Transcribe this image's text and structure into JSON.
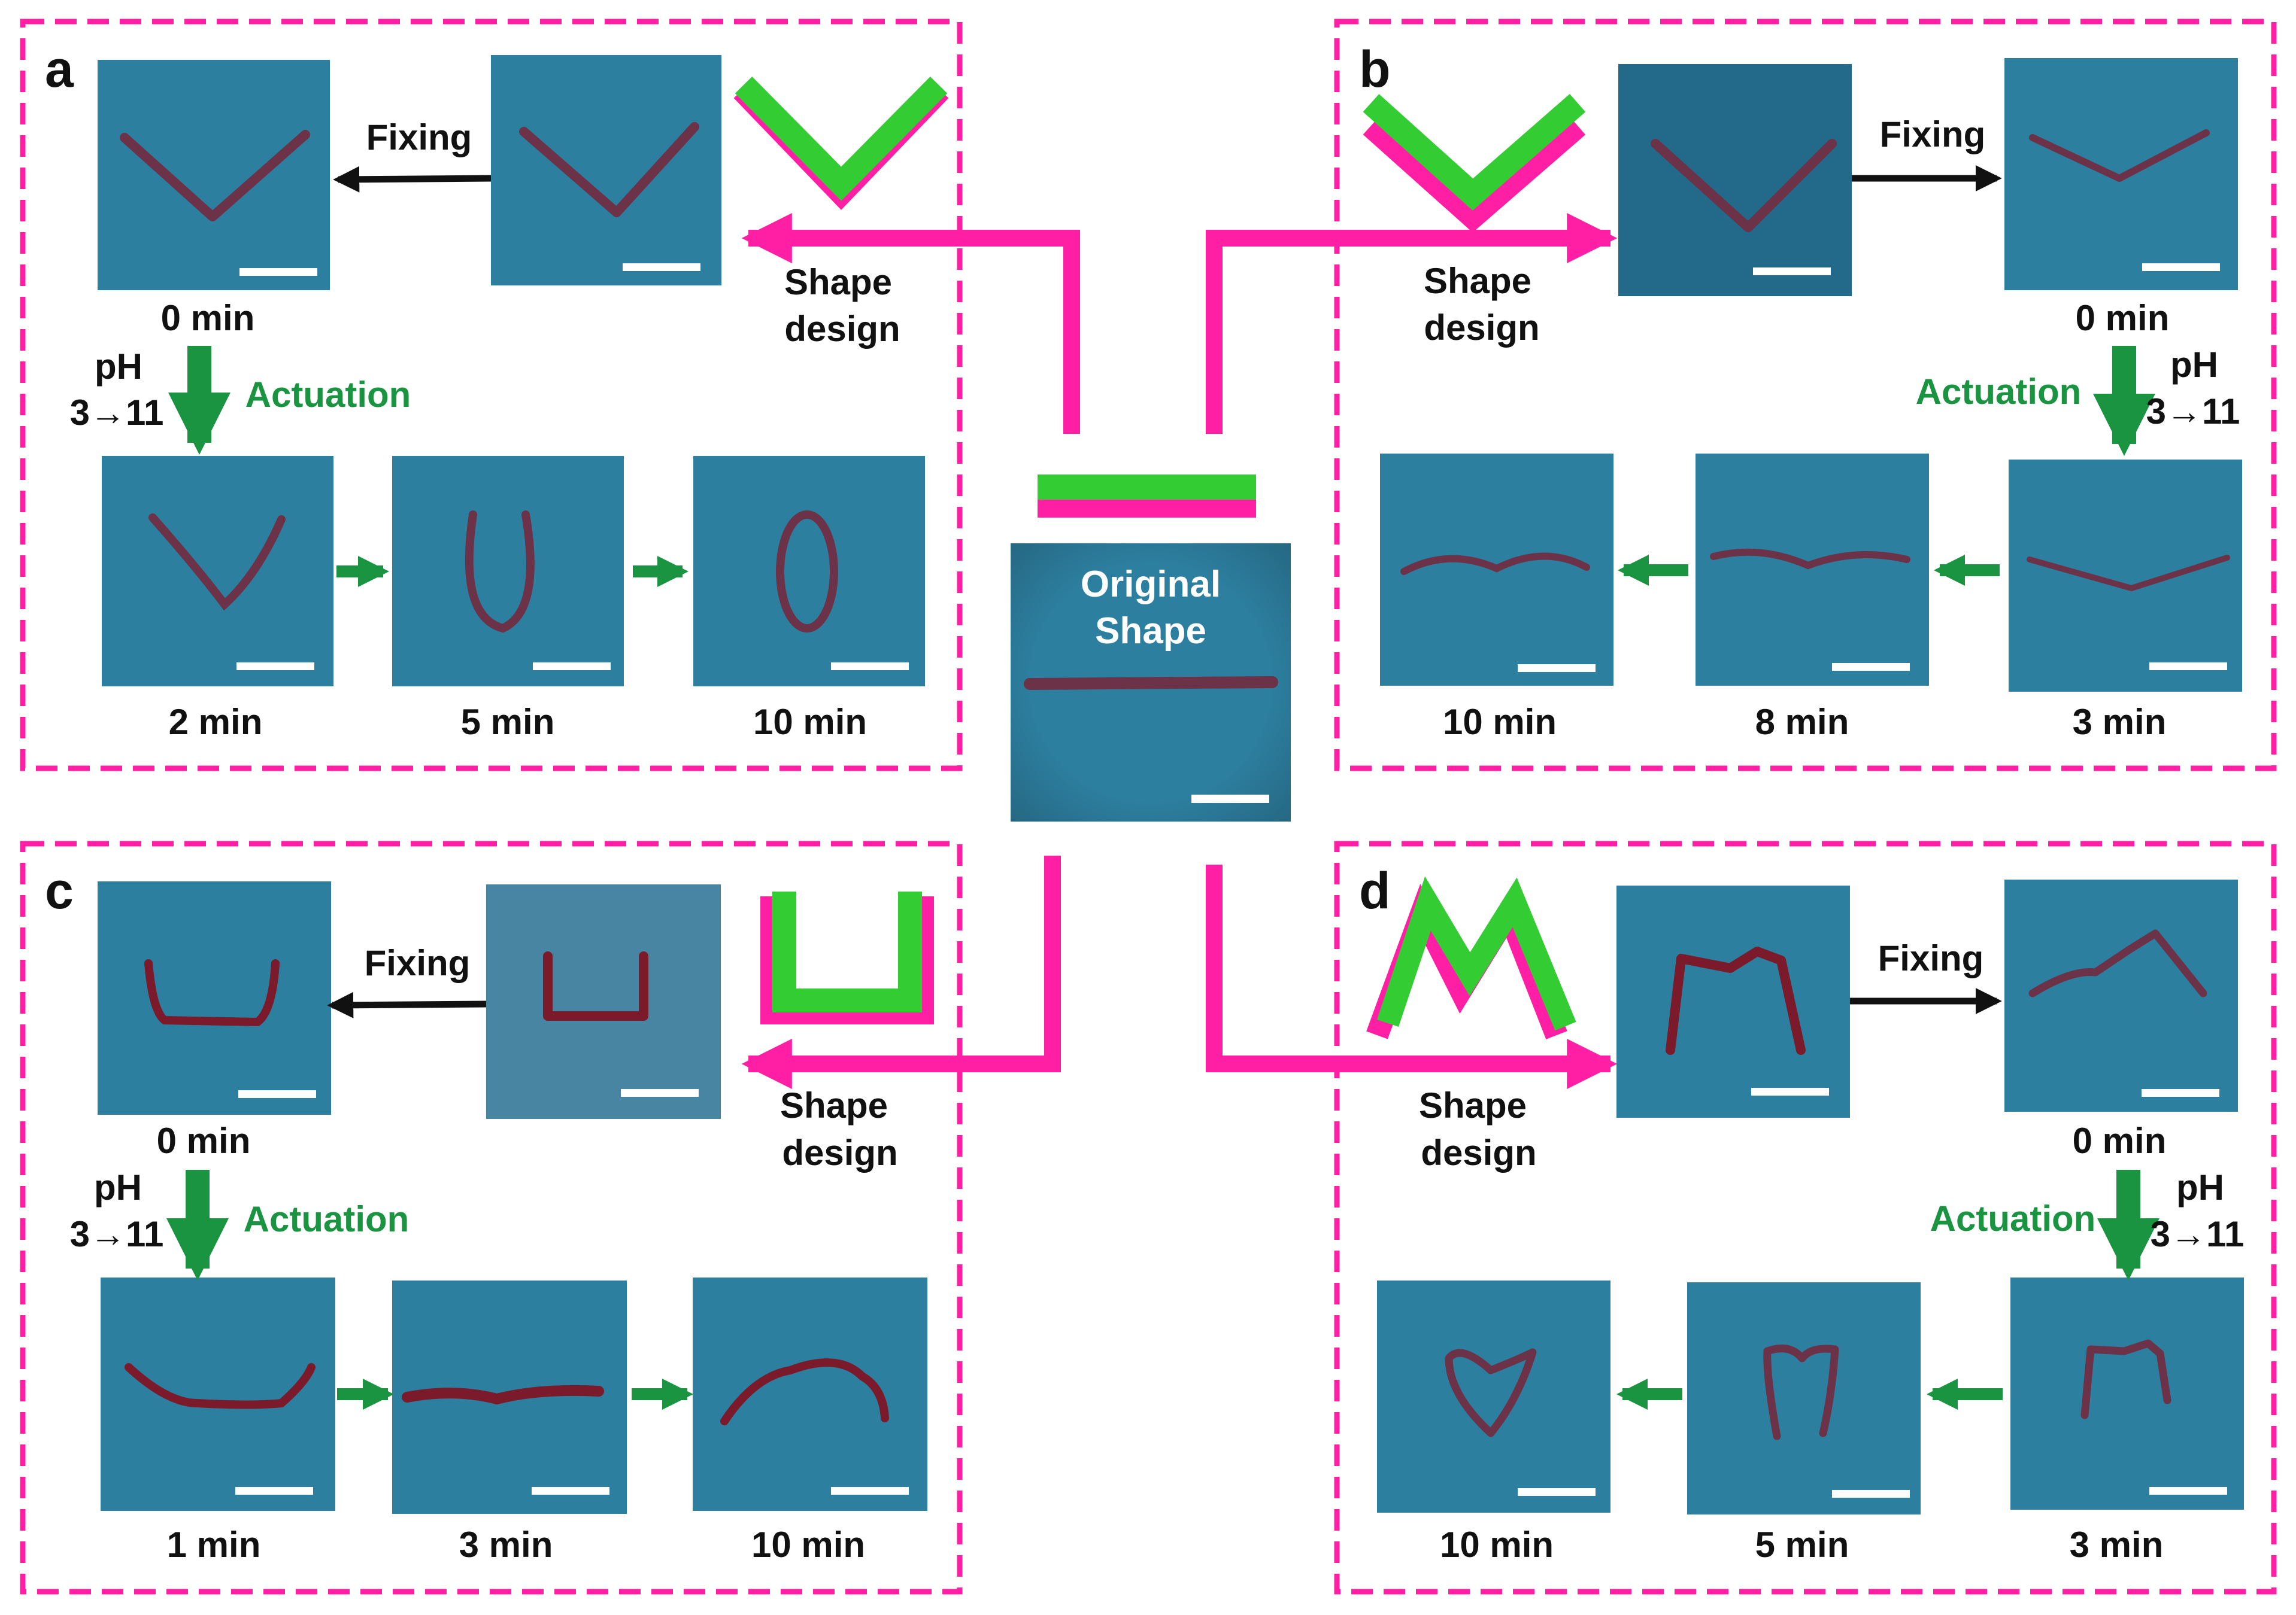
{
  "colors": {
    "magenta": "#ff1fa5",
    "green": "#33cc33",
    "dark_green": "#1a9440",
    "photo_bg": "#2d7fa0",
    "photo_bg_dark": "#23698a",
    "strip": "#6b3248",
    "strip_red": "#7a1a2a",
    "scale_bar": "#ffffff",
    "text": "#111111"
  },
  "center": {
    "original_label": [
      "Original",
      "Shape"
    ]
  },
  "common": {
    "fixing": "Fixing",
    "shape_design": [
      "Shape",
      "design"
    ],
    "actuation": "Actuation",
    "ph": "pH",
    "ph_change": "3→11"
  },
  "panels": {
    "a": {
      "letter": "a",
      "fixed_time": "0 min",
      "times": [
        "2 min",
        "5 min",
        "10 min"
      ]
    },
    "b": {
      "letter": "b",
      "fixed_time": "0 min",
      "times": [
        "10 min",
        "8 min",
        "3 min"
      ]
    },
    "c": {
      "letter": "c",
      "fixed_time": "0 min",
      "times": [
        "1 min",
        "3 min",
        "10 min"
      ]
    },
    "d": {
      "letter": "d",
      "fixed_time": "0 min",
      "times": [
        "10 min",
        "5 min",
        "3 min"
      ]
    }
  }
}
